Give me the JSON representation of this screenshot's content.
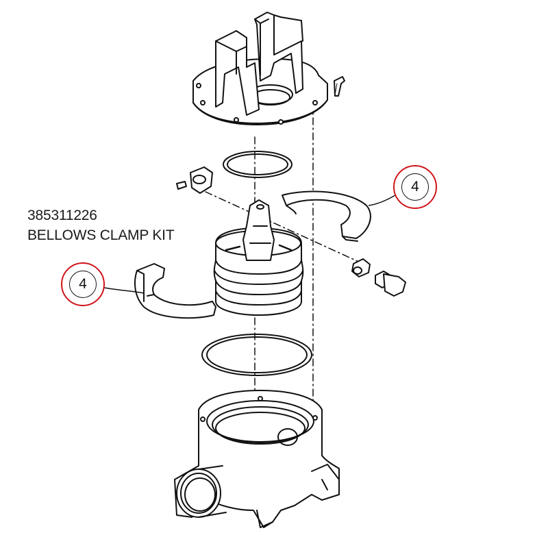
{
  "part": {
    "number": "385311226",
    "name": "BELLOWS CLAMP KIT"
  },
  "callouts": [
    {
      "id": "callout-right",
      "label": "4"
    },
    {
      "id": "callout-left",
      "label": "4"
    }
  ],
  "colors": {
    "callout_ring": "#d0141a",
    "line": "#111111"
  }
}
